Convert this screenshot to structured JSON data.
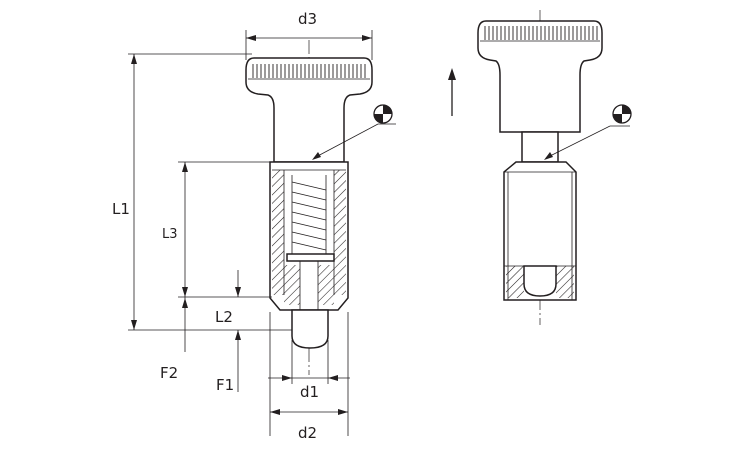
{
  "labels": {
    "d3": "d3",
    "d1": "d1",
    "d2": "d2",
    "L1": "L1",
    "L2": "L2",
    "L3": "L3",
    "F1": "F1",
    "F2": "F2"
  },
  "colors": {
    "ink": "#231f20",
    "paper": "#ffffff"
  },
  "icons": {
    "hardened_symbol": "quartered-circle-icon",
    "pull_direction": "up-arrow-icon"
  }
}
